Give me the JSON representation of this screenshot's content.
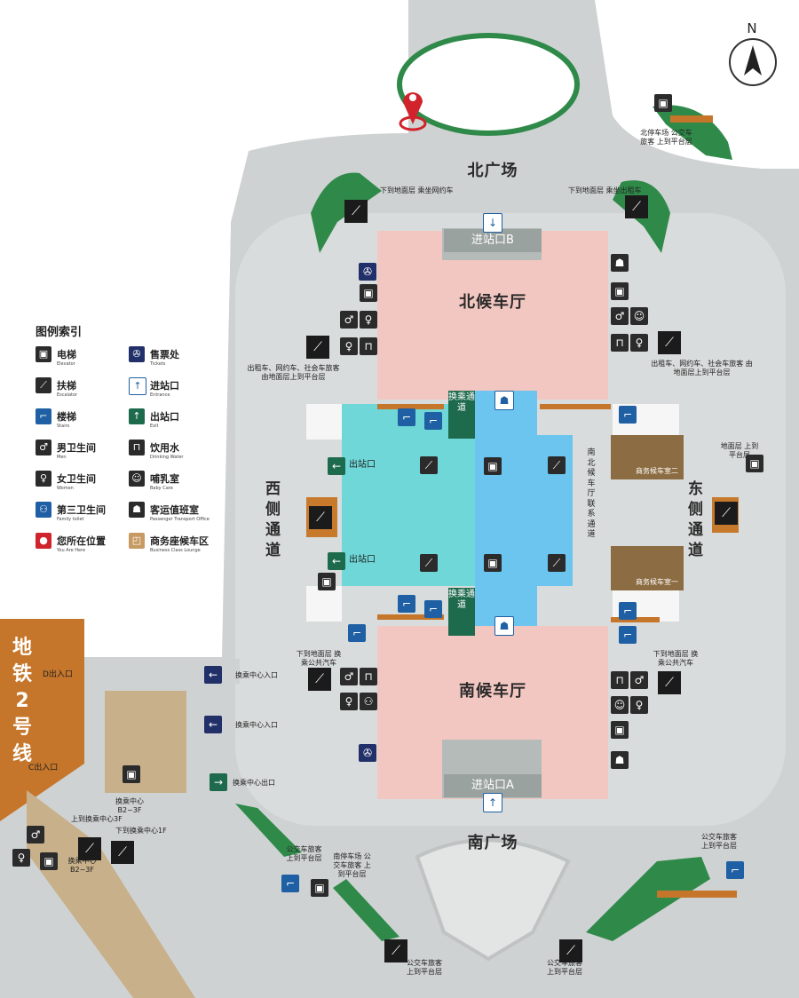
{
  "colors": {
    "plaza_grey": "#cfd2d2",
    "north_hall": "#f3c7c1",
    "south_hall": "#f3c7c1",
    "teal_area": "#6fd7d8",
    "sky_area": "#6cc5ee",
    "green_border": "#2f8a4a",
    "metro_orange": "#c5762a",
    "you_are_here_red": "#d0232b"
  },
  "north_symbol": "N",
  "zones": {
    "north_plaza": "北广场",
    "south_plaza": "南广场",
    "north_hall": "北候车厅",
    "south_hall": "南候车厅",
    "west_passage": "西侧通道",
    "east_passage": "东侧通道",
    "transfer_top": "换乘通道",
    "transfer_bottom": "换乘通道",
    "connector": "南北候车厅联系通道",
    "entrance_b": "进站口B",
    "entrance_a": "进站口A"
  },
  "metro": {
    "title": "地铁2号线",
    "exit_d": "D出入口",
    "exit_c": "C出入口"
  },
  "labels": {
    "west_exit_top": "出站口",
    "west_exit_bottom": "出站口",
    "business_room_2": "商务候车室二",
    "business_room_1": "商务候车室一",
    "transfer_center_in_1": "换乘中心入口",
    "transfer_center_in_2": "换乘中心入口",
    "transfer_center_out": "换乘中心出口",
    "taxi_nw": "下到地面层 乘坐网约车",
    "taxi_ne": "下到地面层 乘坐出租车",
    "north_parking": "北停车场 公交车旅客 上到平台层",
    "taxi_west": "出租车、网约车、社会车旅客 由地面层上到平台层",
    "taxi_east": "出租车、网约车、社会车旅客 由地面层上到平台层",
    "east_ground": "地面层 上到平台层",
    "bus_down_west": "下到地面层 换乘公共汽车",
    "bus_down_east": "下到地面层 换乘公共汽车",
    "transfer_center_b2": "换乘中心 B2~3F",
    "up_transfer_3f": "上到换乘中心3F",
    "down_transfer_1f": "下到换乘中心1F",
    "transfer_center_b2b": "换乘中心 B2~3F",
    "bus_up_sw1": "公交车旅客 上到平台层",
    "south_parking": "南停车场 公交车旅客 上到平台层",
    "bus_up_se": "公交车旅客 上到平台层",
    "bus_up_s_left": "公交车旅客 上到平台层",
    "bus_up_s_right": "公交车旅客 上到平台层"
  },
  "legend": {
    "title": "图例索引",
    "items": [
      {
        "cn": "电梯",
        "en": "Elevator",
        "icon": "elevator-icon",
        "color": "#2b2b2b",
        "glyph": "▣"
      },
      {
        "cn": "售票处",
        "en": "Tickets",
        "icon": "ticket-icon",
        "color": "#22306a",
        "glyph": "✇"
      },
      {
        "cn": "扶梯",
        "en": "Escalator",
        "icon": "escalator-icon",
        "color": "#2b2b2b",
        "glyph": "⟋"
      },
      {
        "cn": "进站口",
        "en": "Entrance",
        "icon": "entrance-icon",
        "color": "#ffffff",
        "glyph": "↑"
      },
      {
        "cn": "楼梯",
        "en": "Stairs",
        "icon": "stairs-icon",
        "color": "#1f5fa3",
        "glyph": "⌐"
      },
      {
        "cn": "出站口",
        "en": "Exit",
        "icon": "exit-icon",
        "color": "#1d6a4c",
        "glyph": "↑"
      },
      {
        "cn": "男卫生间",
        "en": "Men",
        "icon": "men-icon",
        "color": "#2b2b2b",
        "glyph": "♂"
      },
      {
        "cn": "饮用水",
        "en": "Drinking Water",
        "icon": "water-icon",
        "color": "#2b2b2b",
        "glyph": "⊓"
      },
      {
        "cn": "女卫生间",
        "en": "Women",
        "icon": "women-icon",
        "color": "#2b2b2b",
        "glyph": "♀"
      },
      {
        "cn": "哺乳室",
        "en": "Baby Care",
        "icon": "baby-care-icon",
        "color": "#2b2b2b",
        "glyph": "☺"
      },
      {
        "cn": "第三卫生间",
        "en": "Family toilet",
        "icon": "family-toilet-icon",
        "color": "#1f5fa3",
        "glyph": "⚇"
      },
      {
        "cn": "客运值班室",
        "en": "Passenger Transport Office",
        "icon": "office-icon",
        "color": "#2b2b2b",
        "glyph": "☗"
      },
      {
        "cn": "您所在位置",
        "en": "You Are Here",
        "icon": "you-are-here-icon",
        "color": "#d0232b",
        "glyph": "●"
      },
      {
        "cn": "商务座候车区",
        "en": "Business Class Lounge",
        "icon": "lounge-icon",
        "color": "#c79a63",
        "glyph": "◰"
      }
    ]
  }
}
